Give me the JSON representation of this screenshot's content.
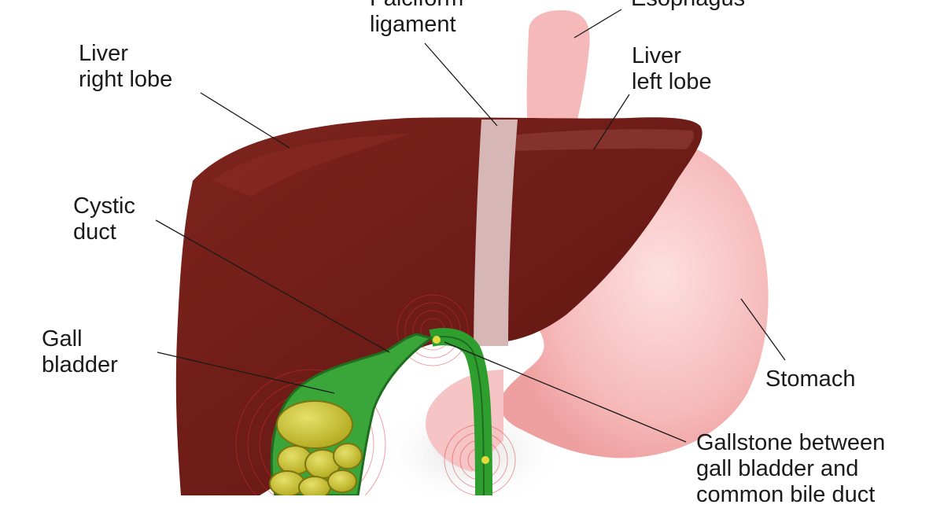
{
  "colors": {
    "liver": "#6e1a15",
    "liver_highlight": "#8a2a24",
    "stomach": "#f5b8b8",
    "ligament": "#d8b8b8",
    "bile_duct": "#2e9e2e",
    "gallstone": "#c9c227",
    "inflammation": "#d83030"
  },
  "labels": {
    "falciform": [
      "Falciform",
      "ligament"
    ],
    "esophagus": [
      "Esophagus"
    ],
    "liver_right": [
      "Liver",
      "right lobe"
    ],
    "liver_left": [
      "Liver",
      "left lobe"
    ],
    "cystic_duct": [
      "Cystic",
      "duct"
    ],
    "gall_bladder": [
      "Gall",
      "bladder"
    ],
    "stomach": [
      "Stomach"
    ],
    "gallstone": [
      "Gallstone between",
      "gall bladder and",
      "common bile duct"
    ]
  }
}
